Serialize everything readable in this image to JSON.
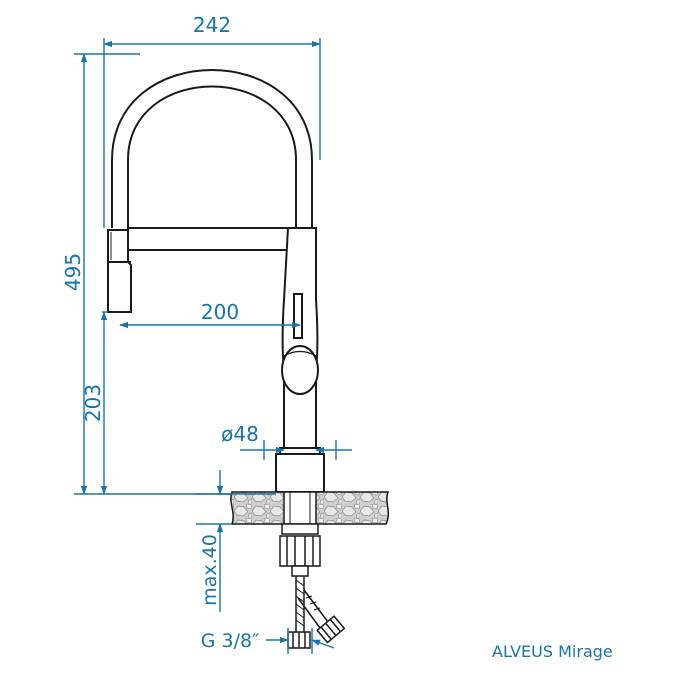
{
  "diagram": {
    "dimensions": {
      "width_total": "242",
      "height_total": "495",
      "reach": "200",
      "height_to_spout": "203",
      "base_diameter": "ø48",
      "max_counter_thickness": "max.40",
      "connection_thread": "G 3/8″"
    },
    "caption": "ALVEUS Mirage",
    "colors": {
      "dimension": "#1a74a8",
      "outline": "#1a1a1a",
      "countertop_fill": "#c8c8c8"
    }
  }
}
